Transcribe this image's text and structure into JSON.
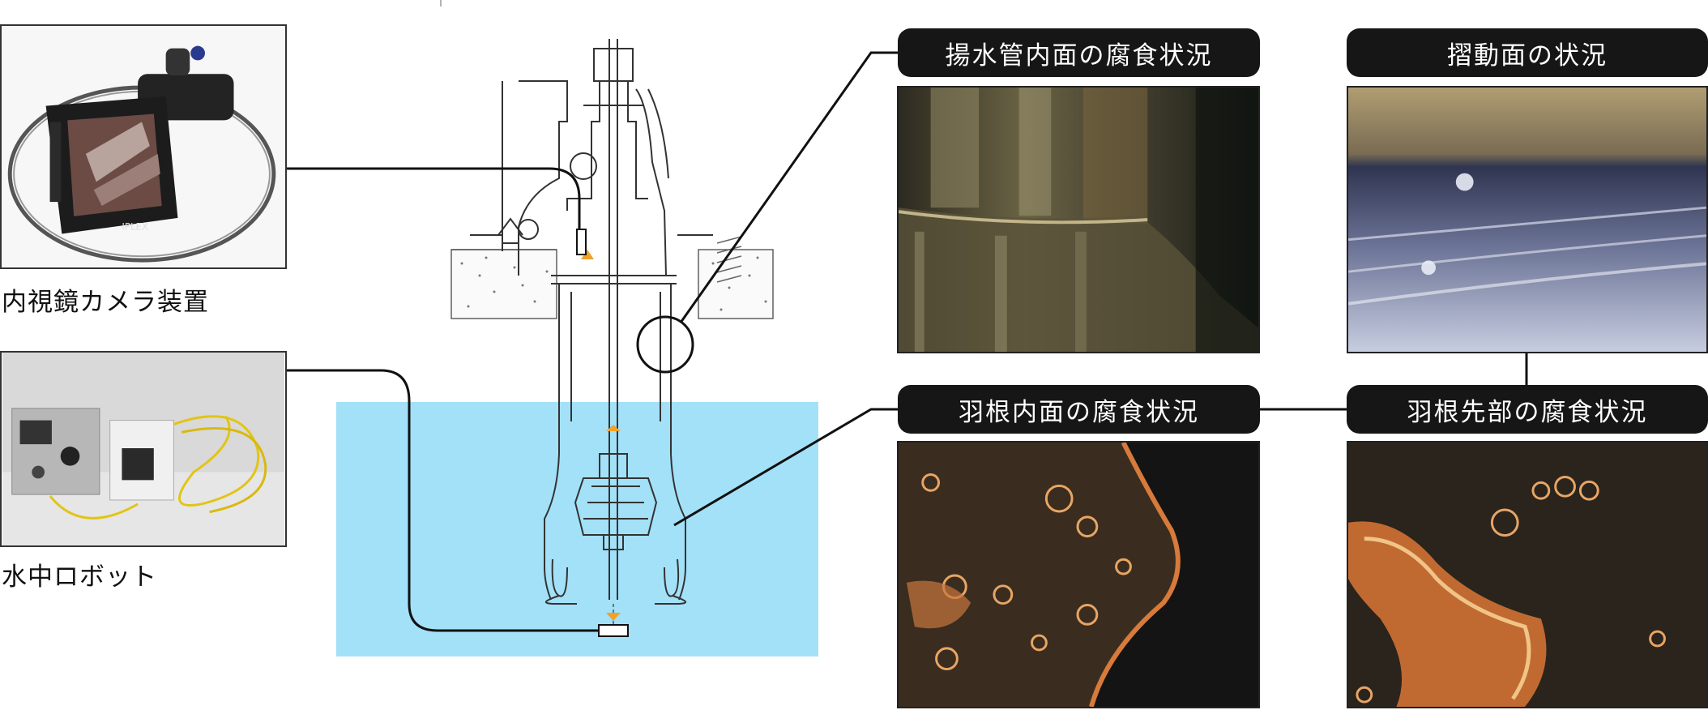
{
  "devices": {
    "endoscope": {
      "caption": "内視鏡カメラ装置",
      "screen_brand": "IPLEX"
    },
    "robot": {
      "caption": "水中ロボット"
    }
  },
  "labels": {
    "pipe_inner": "揚水管内面の腐食状況",
    "sliding_surface": "摺動面の状況",
    "impeller_inner": "羽根内面の腐食状況",
    "impeller_tip": "羽根先部の腐食状況"
  },
  "colors": {
    "water": "#a3e1f8",
    "pill_bg": "#161616",
    "marker": "#f0a22a",
    "line": "#111111"
  }
}
